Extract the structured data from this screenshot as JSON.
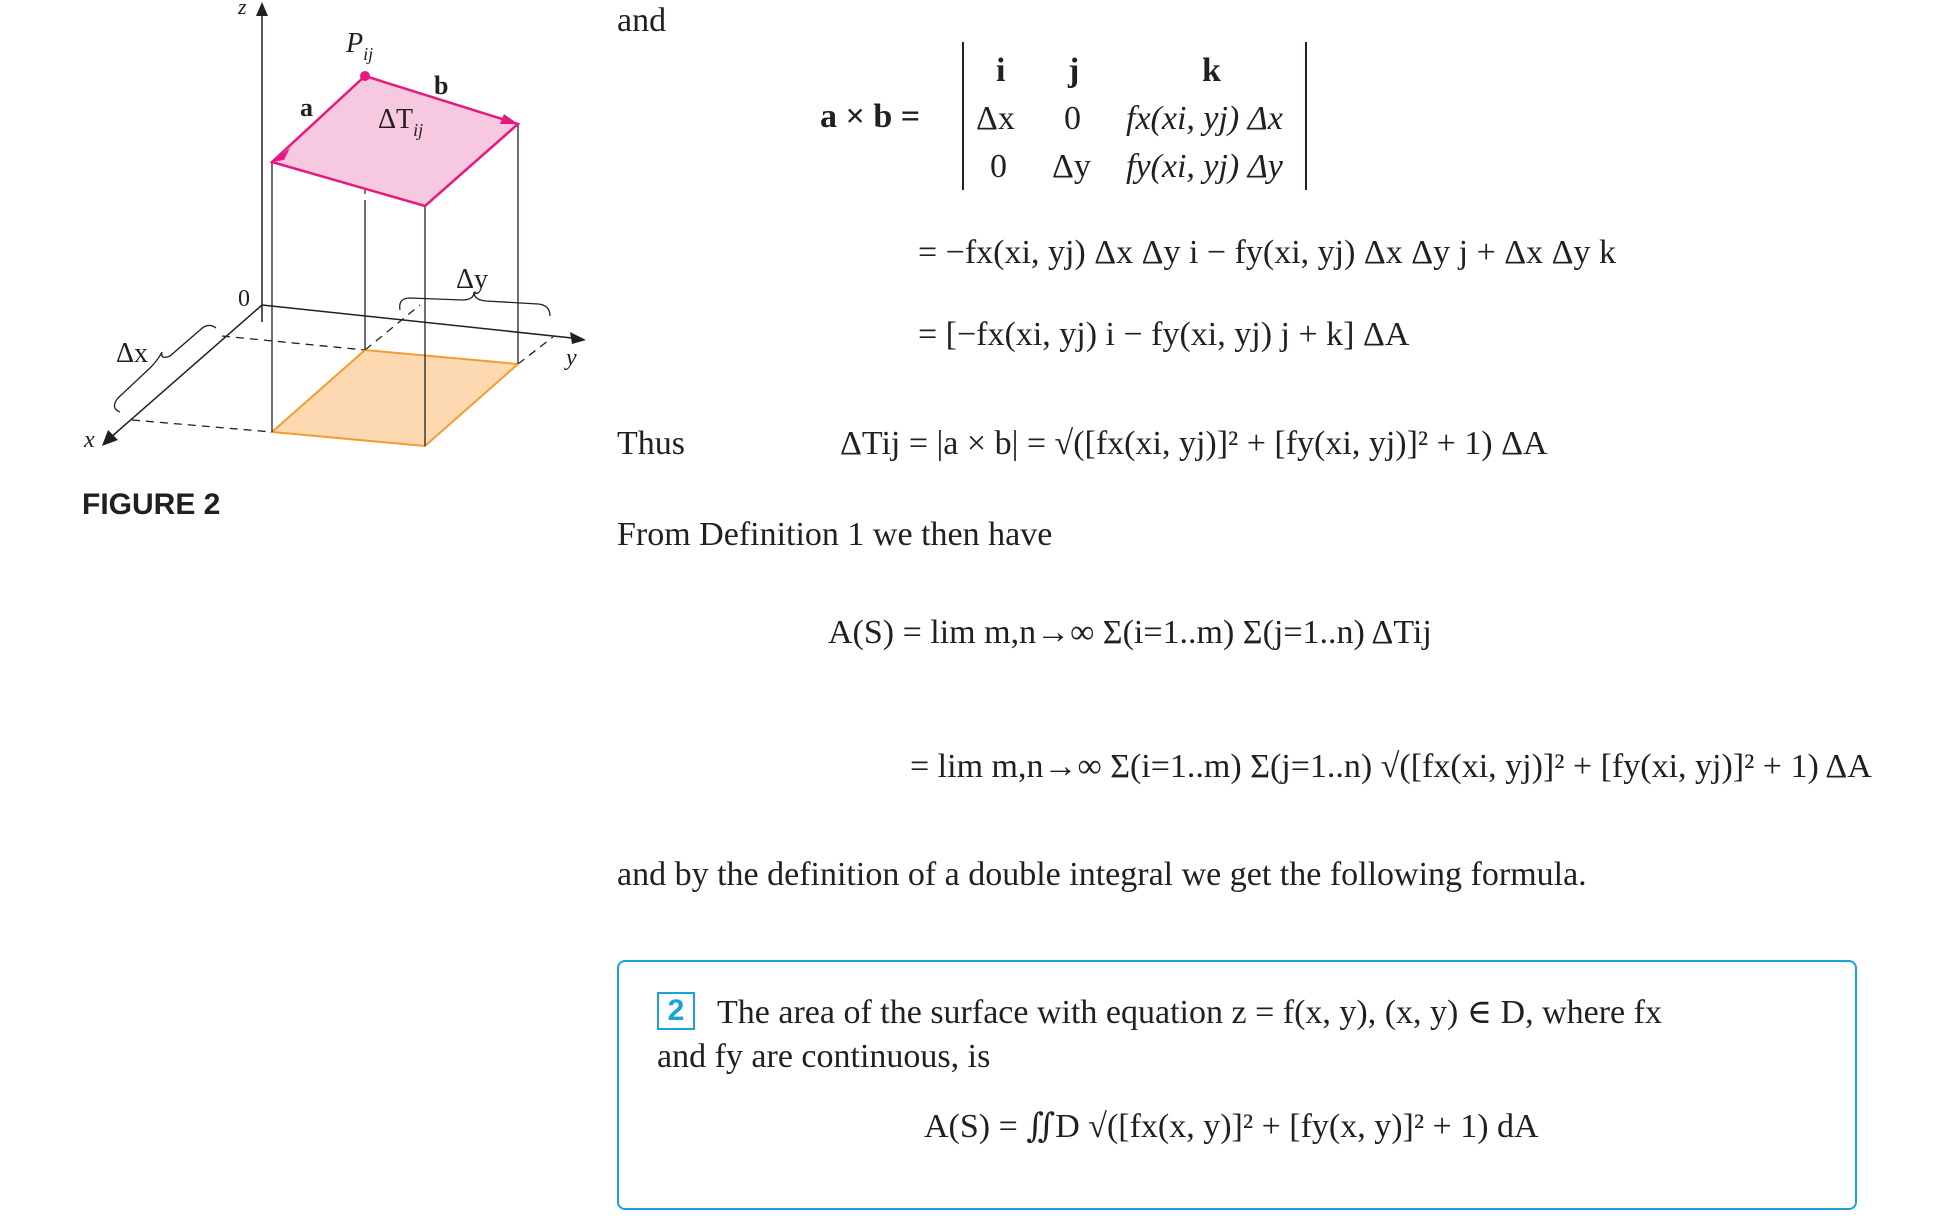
{
  "figure": {
    "caption": "FIGURE 2",
    "labels": {
      "z_axis": "z",
      "y_axis": "y",
      "x_axis": "x",
      "origin": "0",
      "point": "P",
      "point_sub": "ij",
      "vec_a": "a",
      "vec_b": "b",
      "delta_t": "ΔT",
      "delta_t_sub": "ij",
      "delta_y": "Δy",
      "delta_x": "Δx"
    }
  },
  "text": {
    "and": "and",
    "thus": "Thus",
    "from_def": "From Definition 1 we then have",
    "by_def": "and by the definition of a double integral we get the following formula."
  },
  "matrix": {
    "lhs": "a × b =",
    "row0": [
      "i",
      "j",
      "k"
    ],
    "row1": [
      "Δx",
      "0",
      "fx(xi, yj) Δx"
    ],
    "row2": [
      "0",
      "Δy",
      "fy(xi, yj) Δy"
    ]
  },
  "equations": {
    "cross_line2": "= −fx(xi, yj) Δx Δy i − fy(xi, yj) Δx Δy j + Δx Δy k",
    "cross_line3": "= [−fx(xi, yj) i − fy(xi, yj) j + k] ΔA",
    "thus_eq": "ΔTij = |a × b| = √([fx(xi, yj)]² + [fy(xi, yj)]² + 1) ΔA",
    "area_lim1": "A(S) = lim m,n→∞ Σ(i=1..m) Σ(j=1..n) ΔTij",
    "area_lim2": "= lim m,n→∞ Σ(i=1..m) Σ(j=1..n) √([fx(xi, yj)]² + [fy(xi, yj)]² + 1) ΔA"
  },
  "box": {
    "number": "2",
    "line1": "The area of the surface with equation z = f(x, y), (x, y) ∈ D, where fx",
    "line2": "and fy are continuous, is",
    "formula": "A(S) = ∬D √([fx(x, y)]² + [fy(x, y)]² + 1) dA"
  },
  "colors": {
    "magenta": "#e6197e",
    "pink_fill": "#f7c9e0",
    "orange_fill": "#fcd9b0",
    "orange_stroke": "#f59b33",
    "box_border": "#1aa3d9",
    "text": "#231f20"
  }
}
